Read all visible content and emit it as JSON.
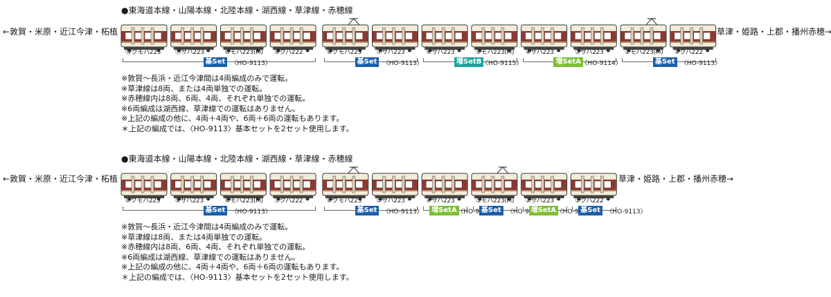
{
  "colors": {
    "body_light": "#f3ecd9",
    "stripe_brown": "#8b3a33",
    "stripe_line": "#b48a6a",
    "window": "#ffffff",
    "outline": "#333333",
    "tag_base": "#1b5fa8",
    "tag_extension_b": "#1fa5a0",
    "tag_extension_a": "#7dbf35"
  },
  "icons": {
    "car": "train-car-icon",
    "pantograph": "pantograph-icon"
  },
  "formations": [
    {
      "route": "●東海道本線・山陽本線・北陸本線・湖西線・草津線・赤穂線",
      "left_direction": "←敦賀・米原・近江今津・柘植",
      "right_direction": "草津・姫路・上郡・播州赤穂→",
      "cars": [
        {
          "label": "⑫クモハ223",
          "pantograph": false
        },
        {
          "label": "⑪サハ223",
          "pantograph": false
        },
        {
          "label": "⑩モハ223(M)",
          "pantograph": false
        },
        {
          "label": "⑨クハ222",
          "pantograph": false
        },
        {
          "label": "⑧クモハ223",
          "pantograph": true
        },
        {
          "label": "⑦サハ223",
          "pantograph": false
        },
        {
          "label": "⑥サハ223",
          "pantograph": false
        },
        {
          "label": "⑤モハ223(M)",
          "pantograph": false
        },
        {
          "label": "④サハ223",
          "pantograph": false
        },
        {
          "label": "③サハ223",
          "pantograph": false
        },
        {
          "label": "②モハ223(M)",
          "pantograph": true
        },
        {
          "label": "①クハ222",
          "pantograph": false
        }
      ],
      "sets": [
        {
          "tag": "基Set",
          "type": "base",
          "code": "〈HO-9113〉"
        },
        {
          "tag": "基Set",
          "type": "base",
          "code": "〈HO-9113〉"
        },
        {
          "tag": "増SetB",
          "type": "b",
          "code": "〈HO-9115〉"
        },
        {
          "tag": "増SetA",
          "type": "a",
          "code": "〈HO-9114〉"
        },
        {
          "tag": "基Set",
          "type": "base",
          "code": "〈HO-9113〉"
        }
      ],
      "notes": [
        "※敦賀～長浜・近江今津間は4両編成のみで運転。",
        "※草津線は8両、または4両単独での運転。",
        "※赤穂線内は8両、6両、4両、それぞれ単独での運転。",
        "※6両編成は湖西線、草津線での運転はありません。",
        "※上記の編成の他に、4両＋4両や、6両＋6両の運転もあります。",
        "＊上記の編成では、〈HO-9113〉基本セットを2セット使用します。"
      ]
    },
    {
      "route": "●東海道本線・山陽本線・北陸本線・湖西線・草津線・赤穂線",
      "left_direction": "←敦賀・米原・近江今津・柘植",
      "right_direction": "草津・姫路・上郡・播州赤穂→",
      "cars": [
        {
          "label": "⑩クモハ223",
          "pantograph": false
        },
        {
          "label": "⑨サハ223",
          "pantograph": false
        },
        {
          "label": "⑧モハ223(M)",
          "pantograph": false
        },
        {
          "label": "⑦クハ222",
          "pantograph": false
        },
        {
          "label": "⑥クモハ223",
          "pantograph": true
        },
        {
          "label": "⑤サハ223",
          "pantograph": false
        },
        {
          "label": "④サハ223",
          "pantograph": false
        },
        {
          "label": "③モハ223(M)",
          "pantograph": true
        },
        {
          "label": "②サハ223",
          "pantograph": false
        },
        {
          "label": "①クハ222",
          "pantograph": false
        }
      ],
      "sets": [
        {
          "tag": "基Set",
          "type": "base",
          "code": "〈HO-9113〉"
        },
        {
          "tag": "基Set",
          "type": "base",
          "code": "〈HO-9113〉"
        },
        {
          "tag": "増SetA",
          "type": "a",
          "code": "〈HO-9114〉"
        },
        {
          "tag": "基Set",
          "type": "base",
          "code": "〈HO-9113〉"
        },
        {
          "tag": "増SetA",
          "type": "a",
          "code": "〈HO-9114〉"
        },
        {
          "tag": "基Set",
          "type": "base",
          "code": "〈HO-9113〉"
        }
      ],
      "notes": [
        "※敦賀～長浜・近江今津間は4両編成のみで運転。",
        "※草津線は8両、または4両単独での運転。",
        "※赤穂線内は8両、6両、4両、それぞれ単独での運転。",
        "※6両編成は湖西線、草津線での運転はありません。",
        "※上記の編成の他に、4両＋4両や、6両＋6両の運転もあります。",
        "＊上記の編成では、〈HO-9113〉基本セットを2セット使用します。"
      ]
    }
  ]
}
